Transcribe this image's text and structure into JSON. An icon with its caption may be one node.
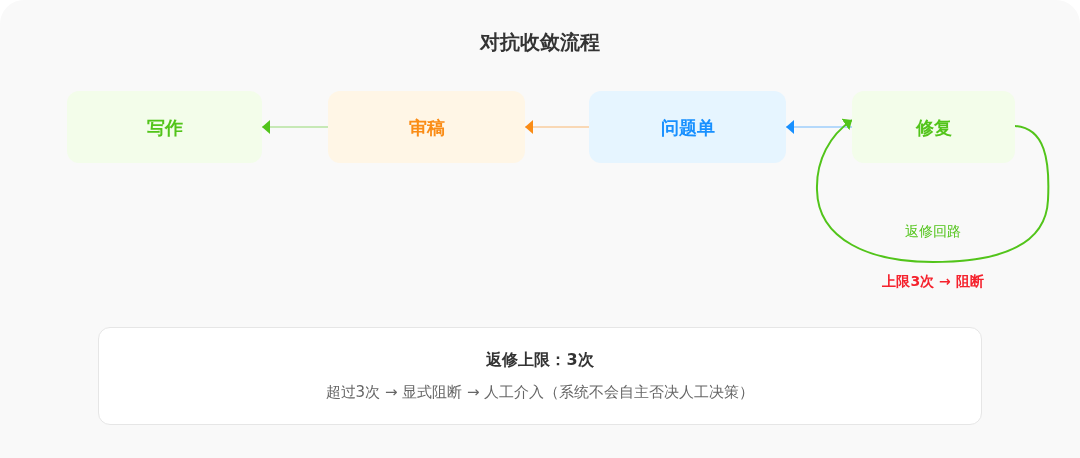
{
  "diagram": {
    "title": "对抗收敛流程",
    "nodes": [
      {
        "text": [
          "写作"
        ]
      },
      {
        "text": [
          "审稿"
        ]
      },
      {
        "text": [
          "问题单"
        ]
      },
      {
        "text": [
          "修复"
        ]
      },
      {
        "text": [
          "返修上限：3次",
          "超过3次 → 显式阻断 → 人工介入（系统不会自主否决人工决策）"
        ]
      }
    ],
    "edges": [
      {
        "from": 1,
        "to": 0,
        "arrow": "to",
        "color": "#52c41a"
      },
      {
        "from": 2,
        "to": 1,
        "arrow": "to",
        "color": "#fa8c16"
      },
      {
        "from": 3,
        "to": 2,
        "arrow": "to",
        "color": "#1890ff"
      },
      {
        "from": 3,
        "to": 3,
        "arrow": "to",
        "label": "返修回路",
        "color": "#52c41a"
      }
    ],
    "labels": [
      "上限3次 → 阻断"
    ]
  }
}
